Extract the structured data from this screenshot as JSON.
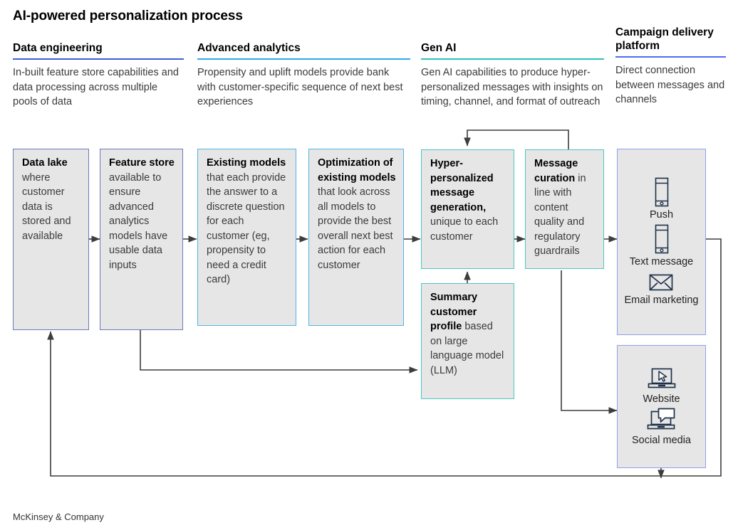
{
  "title": "AI-powered personalization process",
  "footer": "McKinsey & Company",
  "colors": {
    "rule_data_engineering": "#3b5fd4",
    "rule_advanced_analytics": "#2aa9e8",
    "rule_gen_ai": "#2cc0bc",
    "rule_campaign": "#4d6cf5",
    "box_fill": "#e6e6e6",
    "connector": "#3d3d3d"
  },
  "columns": [
    {
      "id": "data-engineering",
      "title": "Data engineering",
      "body": "In-built feature store capabilities and data processing across multiple pools of data"
    },
    {
      "id": "advanced-analytics",
      "title": "Advanced analytics",
      "body": "Propensity and uplift models provide bank with customer-specific sequence of next best experiences"
    },
    {
      "id": "gen-ai",
      "title": "Gen AI",
      "body": "Gen AI capabilities to produce hyper-personalized messages with insights on timing, channel, and format of outreach"
    },
    {
      "id": "campaign-delivery-platform",
      "title": "Campaign delivery platform",
      "body": "Direct connection between messages and channels"
    }
  ],
  "boxes": [
    {
      "id": "data-lake",
      "lead": "Data lake",
      "rest": " where customer data is stored and available"
    },
    {
      "id": "feature-store",
      "lead": "Feature store",
      "rest": " available to ensure advanced analytics models have usable data inputs"
    },
    {
      "id": "existing-models",
      "lead": "Existing models",
      "rest": " that each provide the answer to a discrete question for each customer (eg, propensity to need a credit card)"
    },
    {
      "id": "optimization",
      "lead": "Optimization of existing models",
      "rest": " that look across all models to provide the best overall next best action for each customer"
    },
    {
      "id": "hyper-personalized",
      "lead": "Hyper-personalized message generation,",
      "rest": " unique to each customer"
    },
    {
      "id": "message-curation",
      "lead": "Message curation",
      "rest": " in line with content quality and regulatory guardrails"
    },
    {
      "id": "summary-profile",
      "lead": "Summary customer profile",
      "rest": " based on large language model (LLM)"
    }
  ],
  "channel_groups": [
    {
      "id": "messaging-channels",
      "channels": [
        {
          "id": "push",
          "label": "Push",
          "icon": "phone-icon"
        },
        {
          "id": "text-message",
          "label": "Text message",
          "icon": "phone-icon"
        },
        {
          "id": "email-marketing",
          "label": "Email marketing",
          "icon": "envelope-icon"
        }
      ]
    },
    {
      "id": "digital-channels",
      "channels": [
        {
          "id": "website",
          "label": "Website",
          "icon": "laptop-cursor-icon"
        },
        {
          "id": "social-media",
          "label": "Social media",
          "icon": "laptop-chat-icon"
        }
      ]
    }
  ]
}
